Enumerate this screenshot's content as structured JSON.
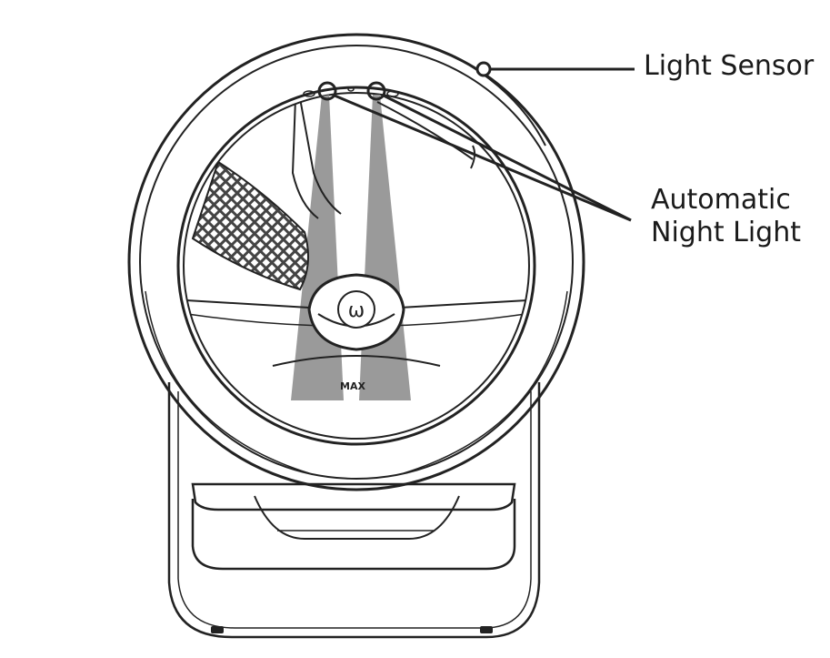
{
  "callouts": {
    "light_sensor": "Light Sensor",
    "night_light_line1": "Automatic",
    "night_light_line2": "Night Light"
  },
  "device": {
    "fill_mark": "MAX",
    "logo_glyph": "ω"
  },
  "colors": {
    "stroke": "#222222",
    "beam": "#9a9a9a",
    "mesh": "#555555",
    "background": "#ffffff"
  }
}
